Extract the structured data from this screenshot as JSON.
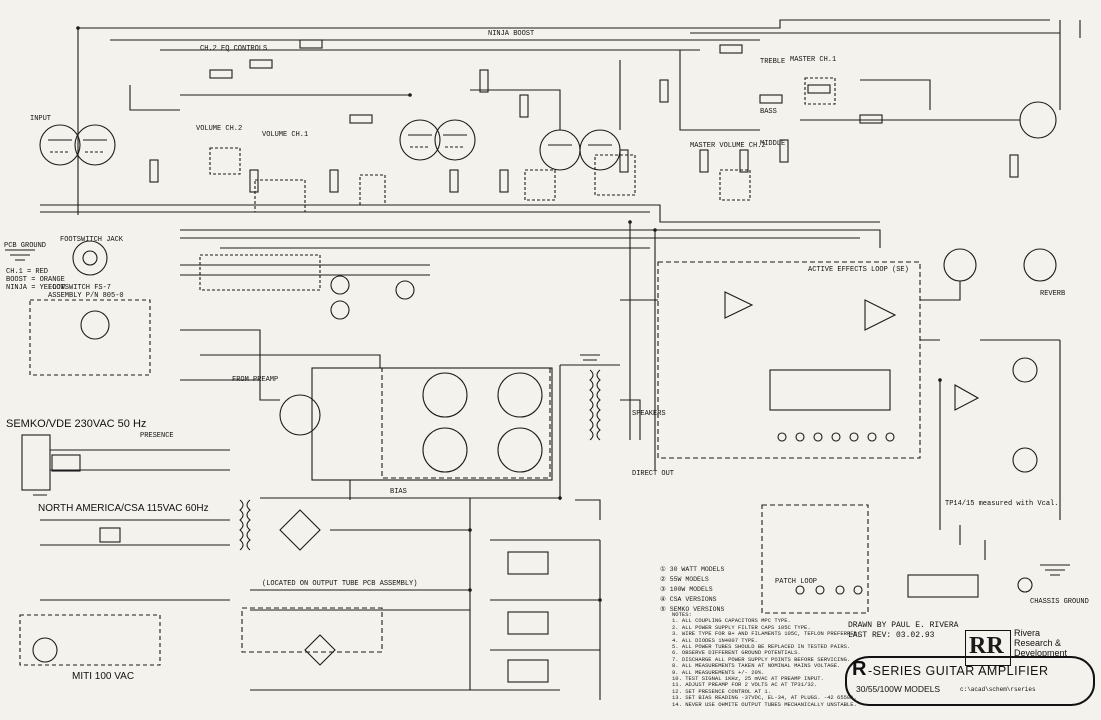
{
  "power_section": {
    "semko_label": "SEMKO/VDE 230VAC 50 Hz",
    "na_label": "NORTH AMERICA/CSA 115VAC 60Hz",
    "miti_label": "MITI 100 VAC"
  },
  "labels": {
    "eq_controls": "CH.2 EQ CONTROLS",
    "ninja_boost": "NINJA BOOST",
    "master_ch1": "MASTER CH.1",
    "treble": "TREBLE",
    "middle": "MIDDLE",
    "bass": "BASS",
    "volume_ch1": "VOLUME CH.1",
    "volume_ch2": "VOLUME CH.2",
    "master_volume_ch2": "MASTER VOLUME CH.2",
    "footswitch_jack": "FOOTSWITCH JACK",
    "footswitch_assembly": "FOOTSWITCH FS-7\nASSEMBLY P/N 805-0",
    "ch1_legend": "CH.1 = RED\nBOOST = ORANGE\nNINJA = YELLOW",
    "from_preamp": "FROM PREAMP",
    "presence": "PRESENCE",
    "effects_loop": "ACTIVE EFFECTS LOOP (SE)",
    "patch_loop": "PATCH LOOP",
    "reverb": "REVERB",
    "chassis_ground": "CHASSIS GROUND",
    "speakers": "SPEAKERS",
    "direct_out": "DIRECT OUT",
    "located_on": "(LOCATED ON OUTPUT TUBE PCB ASSEMBLY)",
    "pcb_ground": "PCB GROUND",
    "input": "INPUT",
    "bias": "BIAS",
    "tp_measured": "TP14/15 measured with Vcal."
  },
  "legend": [
    {
      "symbol": "①",
      "text": "30 WATT MODELS"
    },
    {
      "symbol": "②",
      "text": "55W MODELS"
    },
    {
      "symbol": "③",
      "text": "100W MODELS"
    },
    {
      "symbol": "④",
      "text": "CSA VERSIONS"
    },
    {
      "symbol": "⑤",
      "text": "SEMKO VERSIONS"
    }
  ],
  "notes": {
    "heading": "NOTES:",
    "items": [
      "1. ALL COUPLING CAPACITORS MPC TYPE.",
      "2. ALL POWER SUPPLY FILTER CAPS 105C TYPE.",
      "3. WIRE TYPE FOR B+ AND FILAMENTS 105C, TEFLON PREFERRED.",
      "4. ALL DIODES 1N4007 TYPE.",
      "5. ALL POWER TUBES SHOULD BE REPLACED IN TESTED PAIRS.",
      "6. OBSERVE DIFFERENT GROUND POTENTIALS.",
      "7. DISCHARGE ALL POWER SUPPLY POINTS BEFORE SERVICING.",
      "8. ALL MEASUREMENTS TAKEN AT NOMINAL MAINS VOLTAGE.",
      "9. ALL MEASUREMENTS +/- 20%.",
      "10. TEST SIGNAL 1KHz, 25 mVAC AT PREAMP INPUT.",
      "11. ADJUST PREAMP FOR 2 VOLTS AC AT TP31/32.",
      "12. SET PRESENCE CONTROL AT 1.",
      "13. SET BIAS READING -37VDC, EL-34, AT PLUGS. -42 6550A.",
      "14. NEVER USE OHMITE OUTPUT TUBES MECHANICALLY UNSTABLE."
    ]
  },
  "title_block": {
    "drawn_by": "DRAWN BY PAUL E. RIVERA",
    "last_rev": "LAST REV: 03.02.93",
    "company_line1": "Rivera",
    "company_line2": "Research &",
    "company_line3": "Development",
    "logo": "RR",
    "title_initial": "R",
    "title": "-SERIES GUITAR AMPLIFIER",
    "models": "30/55/100W MODELS",
    "file": "c:\\acad\\schem\\rseries"
  }
}
